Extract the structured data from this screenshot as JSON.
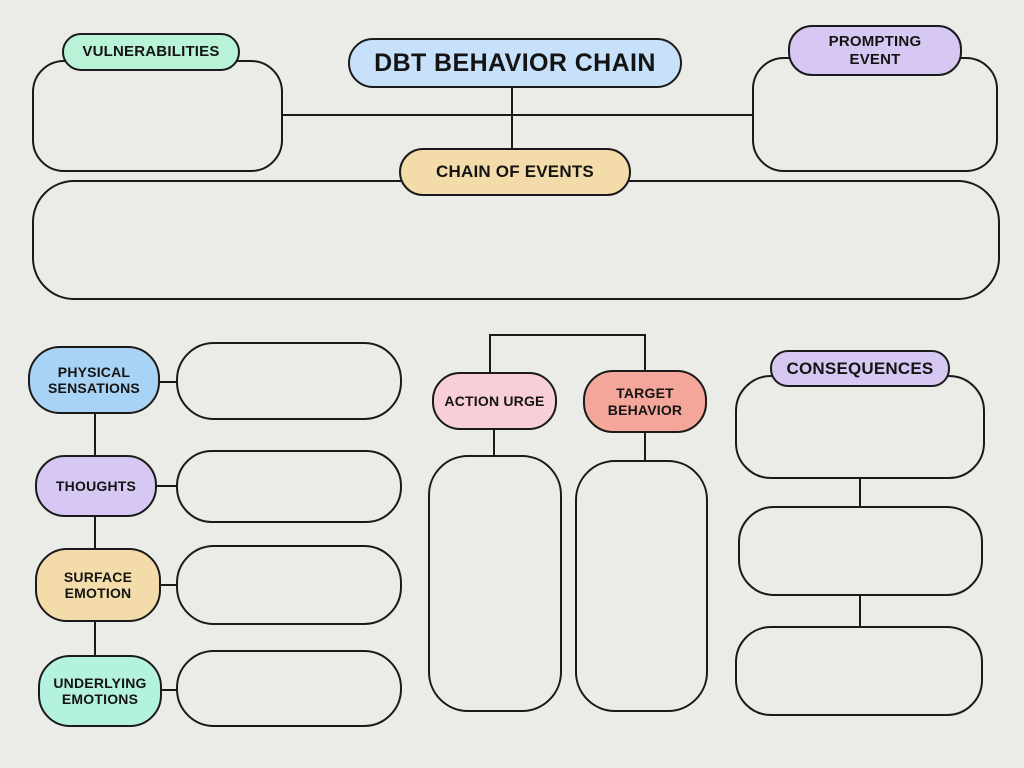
{
  "canvas": {
    "background": "#ebece7",
    "line_color": "#1a1a1a"
  },
  "title": {
    "label": "DBT BEHAVIOR CHAIN",
    "fill": "#c7e1fb"
  },
  "top": {
    "vulnerabilities": {
      "label": "VULNERABILITIES",
      "fill": "#b8f3d8"
    },
    "prompting_event": {
      "label": "PROMPTING EVENT",
      "fill": "#d6c8f2"
    },
    "chain_of_events": {
      "label": "CHAIN OF EVENTS",
      "fill": "#f3dcaa"
    }
  },
  "left_chain": {
    "physical_sensations": {
      "label": "PHYSICAL SENSATIONS",
      "fill": "#a8d3f4"
    },
    "thoughts": {
      "label": "THOUGHTS",
      "fill": "#d6c8f2"
    },
    "surface_emotion": {
      "label": "SURFACE EMOTION",
      "fill": "#f3dcaa"
    },
    "underlying_emotions": {
      "label": "UNDERLYING EMOTIONS",
      "fill": "#b4f2e0"
    }
  },
  "center": {
    "action_urge": {
      "label": "ACTION URGE",
      "fill": "#f8ced9"
    },
    "target_behavior": {
      "label": "TARGET BEHAVIOR",
      "fill": "#f5a69a"
    }
  },
  "right": {
    "consequences": {
      "label": "CONSEQUENCES",
      "fill": "#d6c8f2"
    }
  }
}
